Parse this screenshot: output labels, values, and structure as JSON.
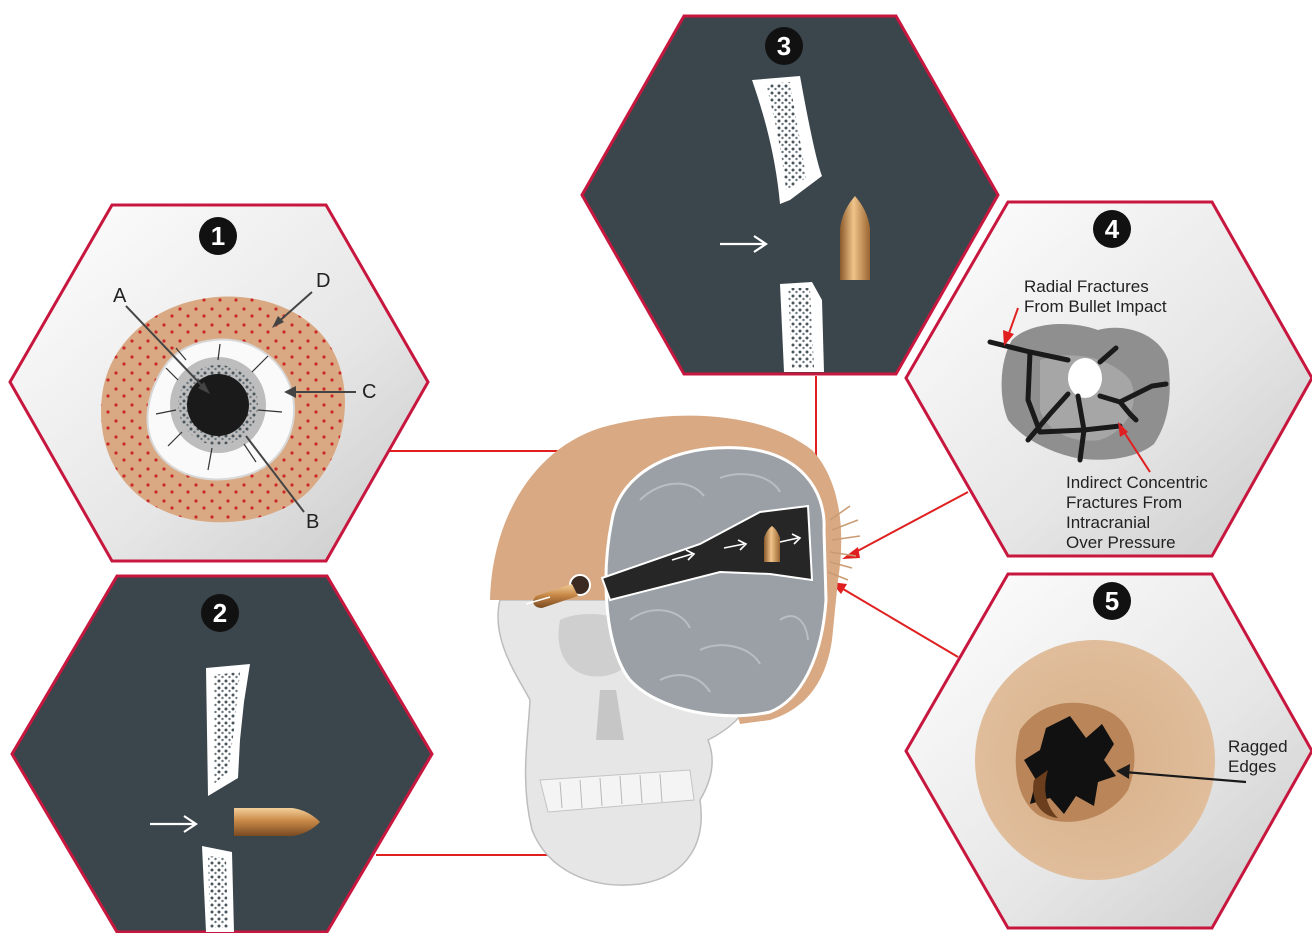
{
  "panels": [
    {
      "number": "1"
    },
    {
      "number": "2"
    },
    {
      "number": "3"
    },
    {
      "number": "4",
      "labels": {
        "radial_line1": "Radial Fractures",
        "radial_line2": "From Bullet Impact",
        "concentric_line1": "Indirect Concentric",
        "concentric_line2": "Fractures From",
        "concentric_line3": "Intracranial",
        "concentric_line4": "Over Pressure"
      }
    },
    {
      "number": "5",
      "labels": {
        "ragged_line1": "Ragged",
        "ragged_line2": "Edges"
      }
    }
  ],
  "wound_letters": {
    "a": "A",
    "b": "B",
    "c": "C",
    "d": "D"
  },
  "colors": {
    "hex_dark": "#3a454c",
    "hex_border": "#c8173f",
    "connector": "#e02020",
    "skin": "#d9a983",
    "bone": "#c99b73",
    "brain": "#8f9499",
    "brass": "#c88a4c"
  }
}
